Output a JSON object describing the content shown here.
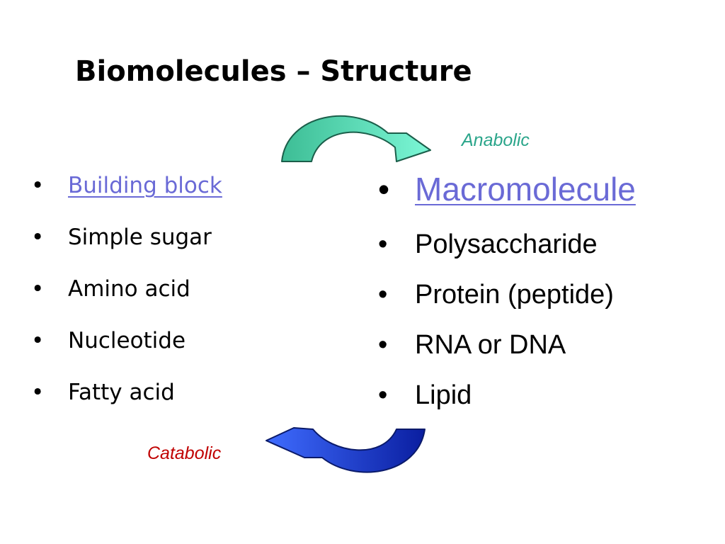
{
  "slide": {
    "title": "Biomolecules – Structure",
    "anabolic_label": "Anabolic",
    "catabolic_label": "Catabolic",
    "left_list": [
      "Building block",
      "Simple sugar",
      "Amino acid",
      "Nucleotide",
      "Fatty acid"
    ],
    "right_list": [
      "Macromolecule",
      "Polysaccharide",
      "Protein (peptide)",
      "RNA or DNA",
      "Lipid"
    ]
  },
  "colors": {
    "anabolic_text": "#2aa58a",
    "catabolic_text": "#c00000",
    "link_text": "#6a6ad6",
    "anabolic_arrow": "#5fe8c0",
    "catabolic_arrow": "#1f36e0"
  }
}
